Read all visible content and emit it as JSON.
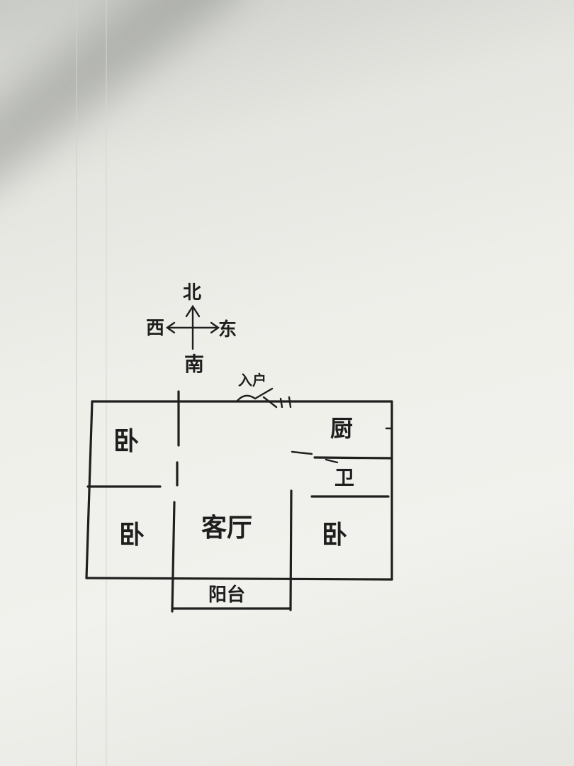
{
  "compass": {
    "north": "北",
    "south": "南",
    "east": "东",
    "west": "西"
  },
  "entrance": {
    "label": "入户"
  },
  "rooms": {
    "bedroom_northwest": "卧",
    "bedroom_southwest": "卧",
    "bedroom_southeast": "卧",
    "living_room": "客厅",
    "kitchen": "厨",
    "bathroom": "卫",
    "balcony": "阳台"
  },
  "colors": {
    "ink": "#1f1f1f",
    "paper": "#efefea"
  }
}
